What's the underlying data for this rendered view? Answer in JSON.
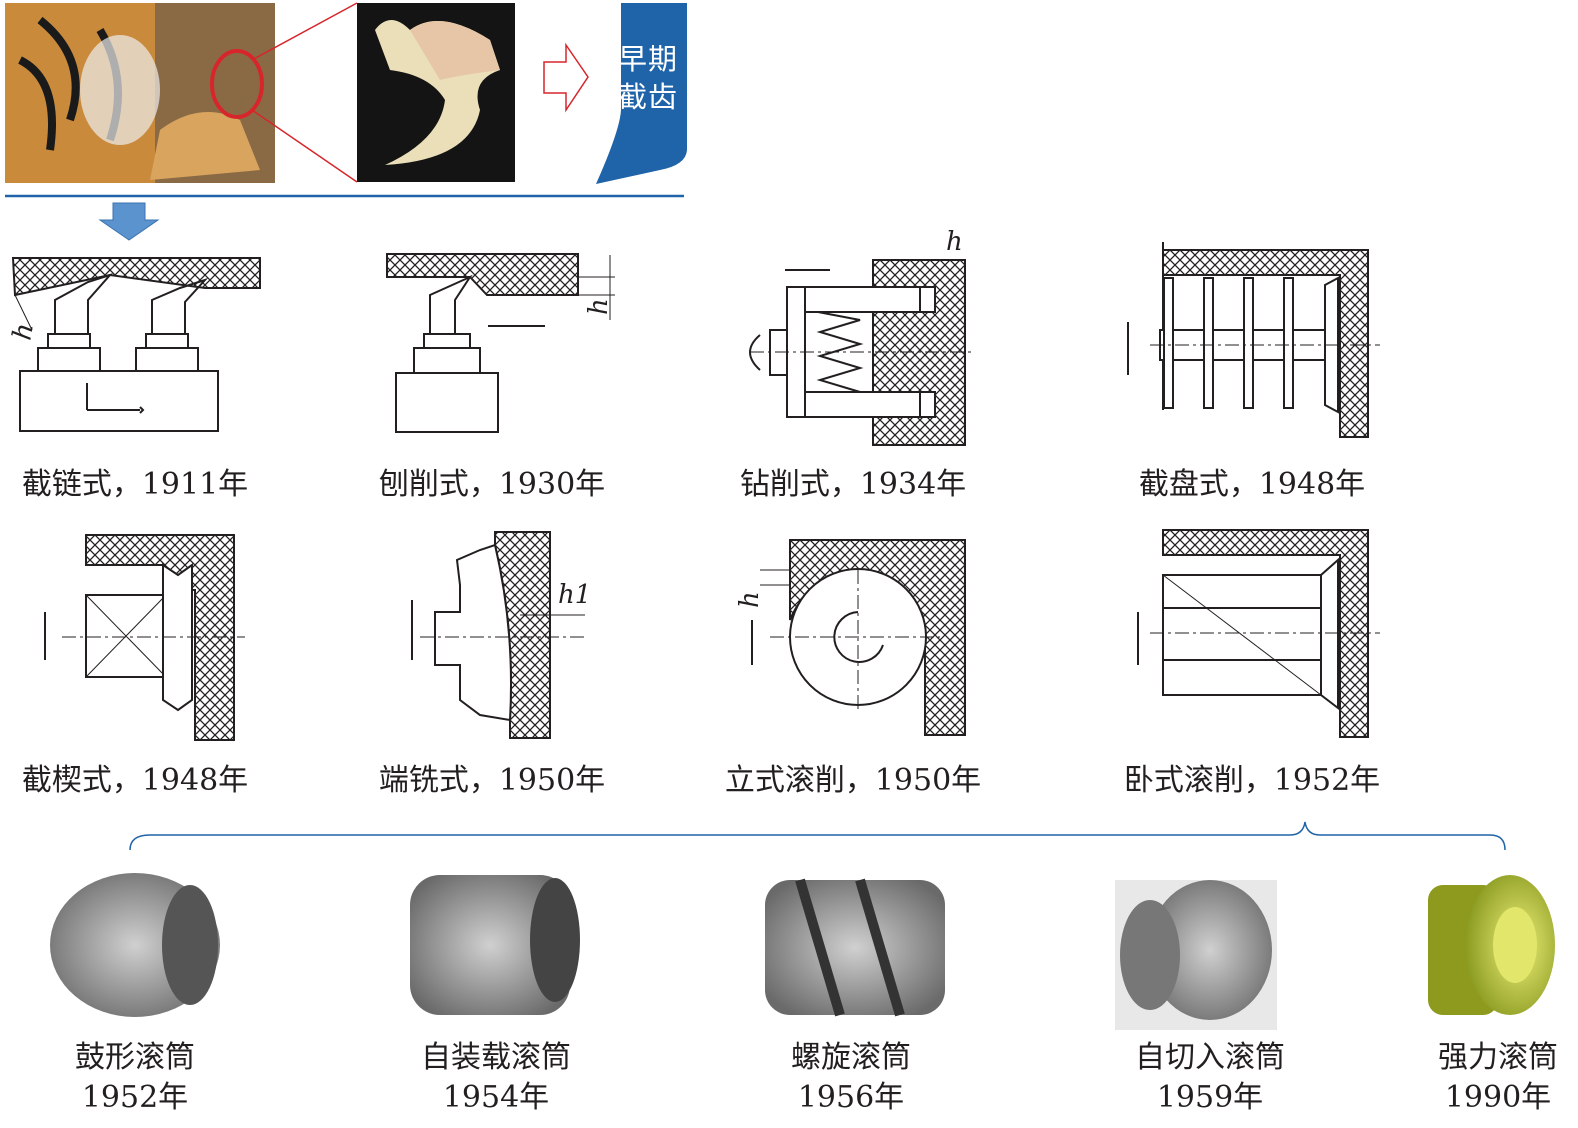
{
  "header": {
    "tab_text_line1": "早期",
    "tab_text_line2": "截齿",
    "accent_blue": "#1f63a8",
    "accent_red": "#d7262b"
  },
  "methods": [
    {
      "label": "截链式，1911年"
    },
    {
      "label": "刨削式，1930年"
    },
    {
      "label": "钻削式，1934年"
    },
    {
      "label": "截盘式，1948年"
    },
    {
      "label": "截楔式，1948年"
    },
    {
      "label": "端铣式，1950年"
    },
    {
      "label": "立式滚削，1950年"
    },
    {
      "label": "卧式滚削，1952年"
    }
  ],
  "symbols": {
    "h": "h",
    "h1": "h1"
  },
  "drums": [
    {
      "name": "鼓形滚筒",
      "year": "1952年"
    },
    {
      "name": "自装载滚筒",
      "year": "1954年"
    },
    {
      "name": "螺旋滚筒",
      "year": "1956年"
    },
    {
      "name": "自切入滚筒",
      "year": "1959年"
    },
    {
      "name": "强力滚筒",
      "year": "1990年"
    }
  ]
}
